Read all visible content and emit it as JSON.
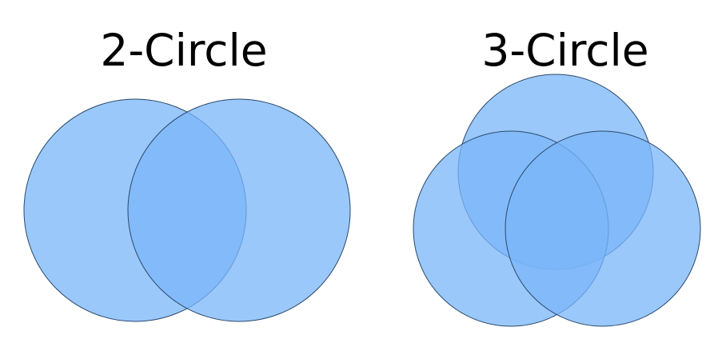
{
  "diagrams": [
    {
      "title": "2-Circle",
      "circle_count": 2
    },
    {
      "title": "3-Circle",
      "circle_count": 3
    }
  ],
  "colors": {
    "fill": "#7ab6f9",
    "stroke": "#2a4a6a",
    "background": "#ffffff",
    "text": "#000000"
  }
}
